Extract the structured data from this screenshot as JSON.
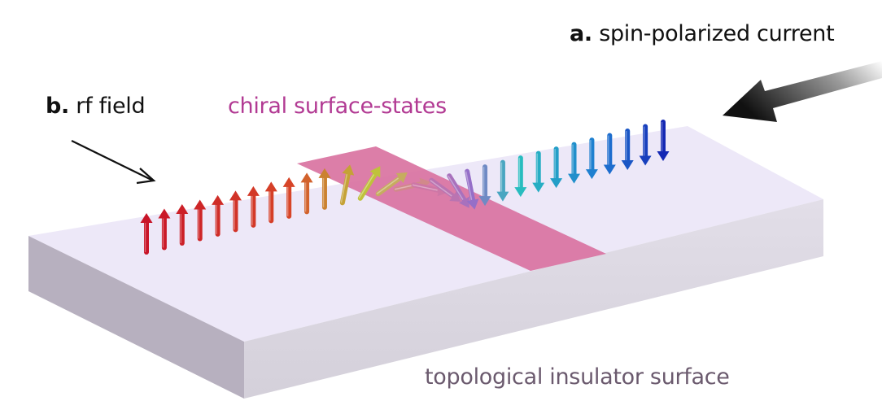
{
  "labels": {
    "current_prefix": "a.",
    "current_text": "spin-polarized current",
    "rf_prefix": "b.",
    "rf_text": "rf field",
    "chiral": "chiral surface-states",
    "substrate": "topological insulator surface"
  },
  "colors": {
    "slab_top": "#ede8f8",
    "slab_front": "#dcd8e2",
    "slab_left": "#b7b0bf",
    "chiral_band": "#d8709f",
    "chiral_text": "#b23a93",
    "substrate_text": "#6b5a6e",
    "current_arrow": "#1a1a1a"
  },
  "spin_chain": {
    "description_icon": "spin-arrow-icon",
    "count": 30
  }
}
